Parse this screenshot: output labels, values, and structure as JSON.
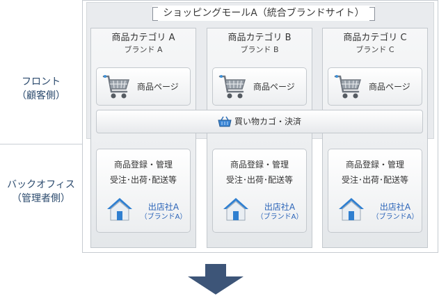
{
  "diagram": {
    "title": "ショッピングモールA（統合ブランドサイト）",
    "front_label": "フロント\n（顧客側）",
    "back_label": "バックオフィス\n（管理者側）",
    "categories": [
      {
        "title": "商品カテゴリ A",
        "brand": "ブランド A",
        "product_page": "商品ページ"
      },
      {
        "title": "商品カテゴリ B",
        "brand": "ブランド B",
        "product_page": "商品ページ"
      },
      {
        "title": "商品カテゴリ C",
        "brand": "ブランド C",
        "product_page": "商品ページ"
      }
    ],
    "cart_label": "買い物カゴ・決済",
    "back_office": [
      {
        "line1": "商品登録・管理",
        "line2": "受注･出荷･配送等",
        "shop": "出店社A",
        "brand": "（ブランドA）"
      },
      {
        "line1": "商品登録・管理",
        "line2": "受注･出荷･配送等",
        "shop": "出店社A",
        "brand": "（ブランドA）"
      },
      {
        "line1": "商品登録・管理",
        "line2": "受注･出荷･配送等",
        "shop": "出店社A",
        "brand": "（ブランドA）"
      }
    ],
    "icons": {
      "cart": "shopping-cart-icon",
      "basket": "basket-icon",
      "house": "house-icon",
      "arrow": "down-arrow-icon"
    },
    "colors": {
      "label_text": "#2b4a6d",
      "shop_text": "#2a63b8",
      "arrow": "#3d5578",
      "house": "#2f7fd0"
    }
  }
}
